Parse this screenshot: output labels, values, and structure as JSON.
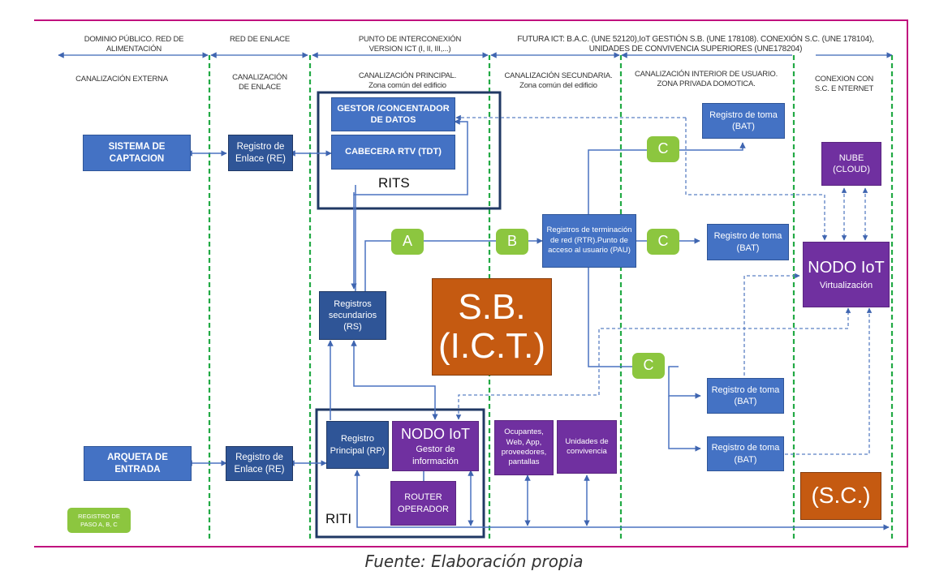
{
  "headers": {
    "top": [
      "DOMINIO PÚBLICO. RED DE ALIMENTACIÓN",
      "RED DE ENLACE",
      "PUNTO DE INTERCONEXIÓN VERSION ICT (I, II, III,...)",
      "FUTURA ICT: B.A.C.  (UNE 52120),IoT GESTIÓN S.B. (UNE 178108). CONEXIÓN S.C. (UNE 178104), UNIDADES DE CONVIVENCIA SUPERIORES (UNE178204)"
    ],
    "zones": [
      "CANALIZACIÓN EXTERNA",
      "CANALIZACIÓN DE ENLACE",
      "CANALIZACIÓN PRINCIPAL. Zona común del edificio",
      "CANALIZACIÓN SECUNDARIA. Zona común del edificio",
      "CANALIZACIÓN INTERIOR DE USUARIO. ZONA PRIVADA DOMOTICA.",
      "CONEXION CON S.C. E NTERNET"
    ]
  },
  "boxes": {
    "sistema_captacion": "SISTEMA DE CAPTACION",
    "registro_enlace_top": "Registro de Enlace (RE)",
    "gestor_concentrador": "GESTOR /CONCENTADOR DE DATOS",
    "cabecera_rtv": "CABECERA RTV (TDT)",
    "rits_label": "RITS",
    "registros_secundarios": "Registros secundarios (RS)",
    "paso_a": "A",
    "paso_b": "B",
    "paso_c1": "C",
    "paso_c2": "C",
    "paso_c3": "C",
    "rtr_pau": "Registros de terminación de red (RTR).Punto de acceso al usuario (PAU)",
    "bat_1": "Registro de toma (BAT)",
    "bat_2": "Registro de toma (BAT)",
    "bat_3": "Registro de toma (BAT)",
    "bat_4": "Registro de toma (BAT)",
    "nube": "NUBE (CLOUD)",
    "nodo_iot_virt_title": "NODO IoT",
    "nodo_iot_virt_sub": "Virtualización",
    "sb_ict": "S.B. (I.C.T.)",
    "arqueta_entrada": "ARQUETA DE ENTRADA",
    "registro_enlace_bottom": "Registro de Enlace (RE)",
    "registro_principal": "Registro Principal (RP)",
    "nodo_iot_gestor_title": "NODO IoT",
    "nodo_iot_gestor_sub": "Gestor de información",
    "router_operador": "ROUTER OPERADOR",
    "riti_label": "RITI",
    "ocupantes": "Ocupantes, Web, App, proveedores, pantallas",
    "unidades_convivencia": "Unidades de convivencia",
    "sc": "(S.C.)",
    "legend_paso": "REGISTRO DE PASO  A, B, C"
  },
  "caption": "Fuente: Elaboración propia",
  "colors": {
    "frame": "#c0117e",
    "box_blue": "#4472c4",
    "box_dark_blue": "#2f5597",
    "box_purple": "#7030a0",
    "box_green": "#8cc63f",
    "box_orange": "#c55a11",
    "divider_green": "#22aa44",
    "connector": "#4472c4"
  }
}
